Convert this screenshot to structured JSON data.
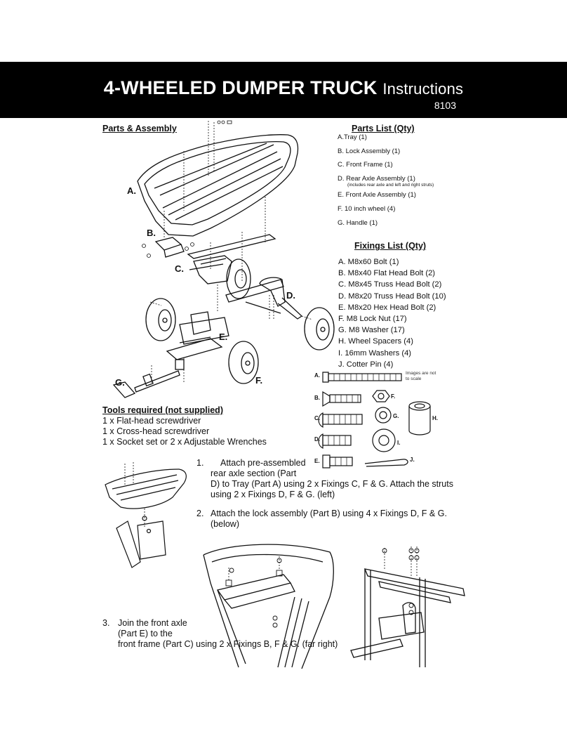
{
  "header": {
    "title_main": "4-WHEELED DUMPER TRUCK",
    "title_sub": "Instructions",
    "code": "8103"
  },
  "assembly": {
    "heading": "Parts & Assembly",
    "labels": [
      "A.",
      "B.",
      "C.",
      "D.",
      "E.",
      "F.",
      "G."
    ]
  },
  "parts_list": {
    "heading": "Parts List (Qty)",
    "items": [
      "A.Tray (1)",
      "B. Lock Assembly (1)",
      "C. Front Frame (1)",
      "D. Rear Axle Assembly (1)",
      "E. Front Axle Assembly (1)",
      "F. 10 inch wheel (4)",
      "G. Handle (1)"
    ],
    "note": "(includes rear axle and left and right struts)"
  },
  "fixings_list": {
    "heading": "Fixings List (Qty)",
    "items": [
      "A. M8x60 Bolt (1)",
      "B. M8x40 Flat Head Bolt (2)",
      "C. M8x45 Truss Head Bolt (2)",
      "D. M8x20 Truss Head Bolt (10)",
      "E. M8x20 Hex Head Bolt (2)",
      "F. M8 Lock Nut (17)",
      "G. M8 Washer (17)",
      "H. Wheel Spacers (4)",
      "I. 16mm Washers (4)",
      "J. Cotter Pin (4)"
    ],
    "scale_note": "Images are not to scale",
    "labels": [
      "A.",
      "B.",
      "C.",
      "D.",
      "E.",
      "F.",
      "G.",
      "H.",
      "I.",
      "J."
    ]
  },
  "tools": {
    "heading": "Tools required (not supplied)",
    "items": [
      "1 x Flat-head screwdriver",
      "1 x Cross-head screwdriver",
      "1 x Socket set or 2 x Adjustable Wrenches"
    ]
  },
  "steps": {
    "s1_num": "1.",
    "s1_line1": "Attach pre-assembled",
    "s1_line2": "rear axle section (Part",
    "s1_line3": "D) to Tray (Part A) using 2 x Fixings C, F & G. Attach the struts",
    "s1_line4": "using 2 x Fixings D, F & G.  (left)",
    "s2_num": "2.",
    "s2_line1": "Attach the lock assembly (Part B) using 4 x Fixings D, F & G.",
    "s2_line2": "(below)",
    "s3_num": "3.",
    "s3_line1": "Join the front axle",
    "s3_line2": "(Part E) to the",
    "s3_line3": "front frame (Part C) using 2 x Fixings B, F & G. (far right)"
  }
}
